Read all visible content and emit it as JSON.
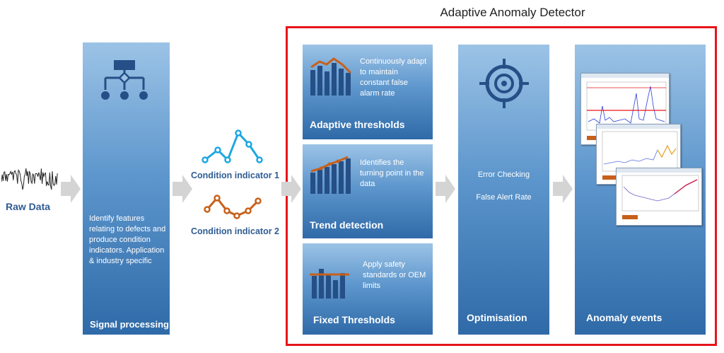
{
  "title": "Adaptive Anomaly Detector",
  "raw_data": {
    "label": "Raw Data"
  },
  "signal_processing": {
    "description": "Identify features relating to defects and produce condition indicators. Application & industry specific",
    "title": "Signal processing"
  },
  "condition_indicators": [
    {
      "label": "Condition indicator 1",
      "color": "#1ea7e1"
    },
    {
      "label": "Condition indicator 2",
      "color": "#c8601a"
    }
  ],
  "adaptive_thresholds": {
    "description": "Continuously adapt to maintain constant false alarm rate",
    "title": "Adaptive thresholds"
  },
  "trend_detection": {
    "description": "Identifies the turning point in the data",
    "title": "Trend detection"
  },
  "fixed_thresholds": {
    "description": "Apply safety standards or OEM limits",
    "title": "Fixed Thresholds"
  },
  "optimisation": {
    "items": [
      "Error Checking",
      "False Alert Rate"
    ],
    "title": "Optimisation"
  },
  "anomaly_events": {
    "title": "Anomaly events"
  },
  "colors": {
    "frame": "#e8141b",
    "panel_top": "#9cc3e6",
    "panel_bottom": "#2f6aa8",
    "label_blue": "#2f5c93",
    "bar": "#254f86",
    "accent": "#c8601a"
  }
}
